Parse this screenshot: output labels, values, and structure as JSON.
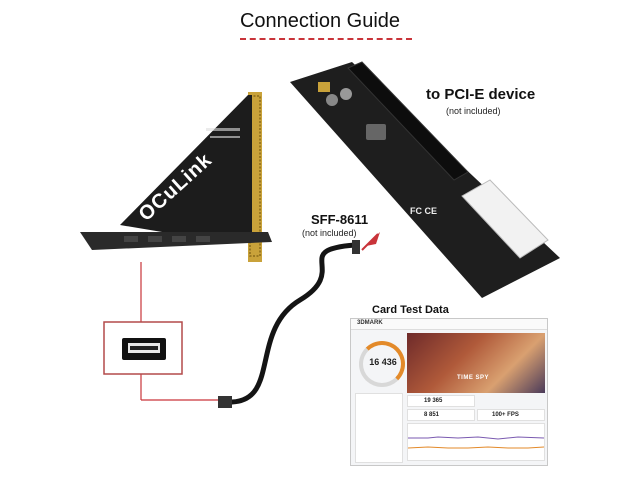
{
  "guide": {
    "title": "Connection Guide",
    "pcie_label": "to PCI-E device",
    "pcie_note": "(not included)",
    "sff_label": "SFF-8611",
    "sff_note": "(not included)",
    "card_test_label": "Card Test Data",
    "bracket_text": "OCuLink"
  },
  "test_data": {
    "brand": "3DMARK",
    "score": "16 436",
    "benchmark": "TIME SPY",
    "metric_1": "19 365",
    "metric_2": "8 851",
    "fps": "100+ FPS"
  },
  "colors": {
    "accent": "#c9343a",
    "pcb": "#1a1a1a",
    "gold": "#c9a23a"
  }
}
